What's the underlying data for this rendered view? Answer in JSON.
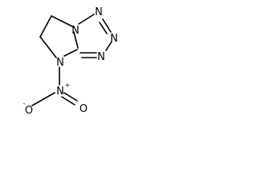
{
  "molecule": {
    "atoms": [
      {
        "id": "n1",
        "symbol": "N"
      },
      {
        "id": "n2",
        "symbol": "N"
      },
      {
        "id": "n3",
        "symbol": "N"
      },
      {
        "id": "n4",
        "symbol": "N"
      },
      {
        "id": "n5",
        "symbol": "N"
      },
      {
        "id": "n6",
        "symbol": "N"
      },
      {
        "id": "o1",
        "symbol": "O"
      },
      {
        "id": "o2",
        "symbol": "O"
      }
    ],
    "charges": {
      "nitro_n": "+",
      "nitro_o": "-"
    },
    "colors": {
      "bond": "#000000",
      "label": "#000000",
      "background": "#ffffff"
    }
  }
}
